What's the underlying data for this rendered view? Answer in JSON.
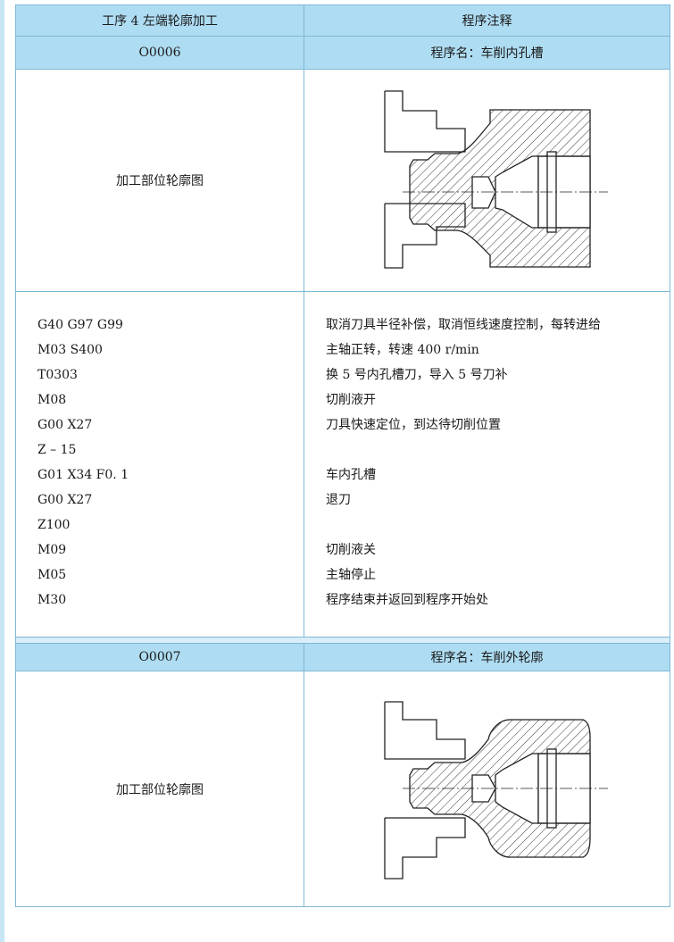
{
  "header": {
    "left": "工序 4 左端轮廓加工",
    "right": "程序注释"
  },
  "program1": {
    "number": "O0006",
    "name": "程序名：车削内孔槽",
    "figure_label": "加工部位轮廓图",
    "code_lines": [
      "G40 G97 G99",
      "M03 S400",
      "T0303",
      "M08",
      "G00 X27",
      "Z – 15",
      "G01 X34 F0. 1",
      "G00 X27",
      "Z100",
      "M09",
      "M05",
      "M30"
    ],
    "comment_lines": [
      "取消刀具半径补偿，取消恒线速度控制，每转进给",
      "主轴正转，转速 400 r/min",
      "换 5 号内孔槽刀，导入 5 号刀补",
      "切削液开",
      "刀具快速定位，到达待切削位置",
      "",
      "车内孔槽",
      "退刀",
      "",
      "切削液关",
      "主轴停止",
      "程序结束并返回到程序开始处"
    ]
  },
  "program2": {
    "number": "O0007",
    "name": "程序名：车削外轮廓",
    "figure_label": "加工部位轮廓图"
  }
}
